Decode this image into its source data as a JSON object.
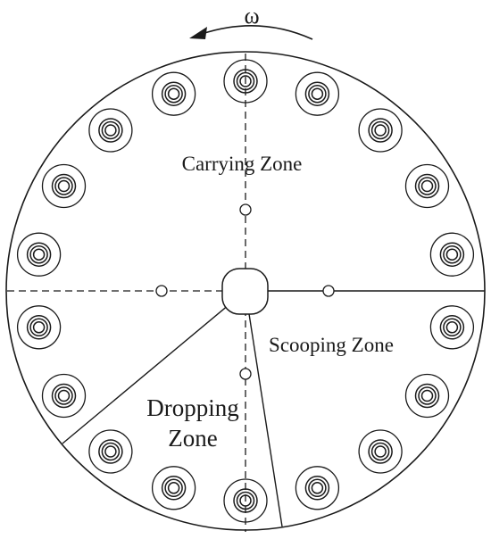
{
  "diagram": {
    "rotation_symbol": "ω",
    "zones": {
      "carrying": "Carrying Zone",
      "scooping": "Scooping Zone",
      "dropping_line1": "Dropping",
      "dropping_line2": "Zone"
    },
    "colors": {
      "stroke": "#1a1a1a",
      "background": "#ffffff"
    }
  }
}
